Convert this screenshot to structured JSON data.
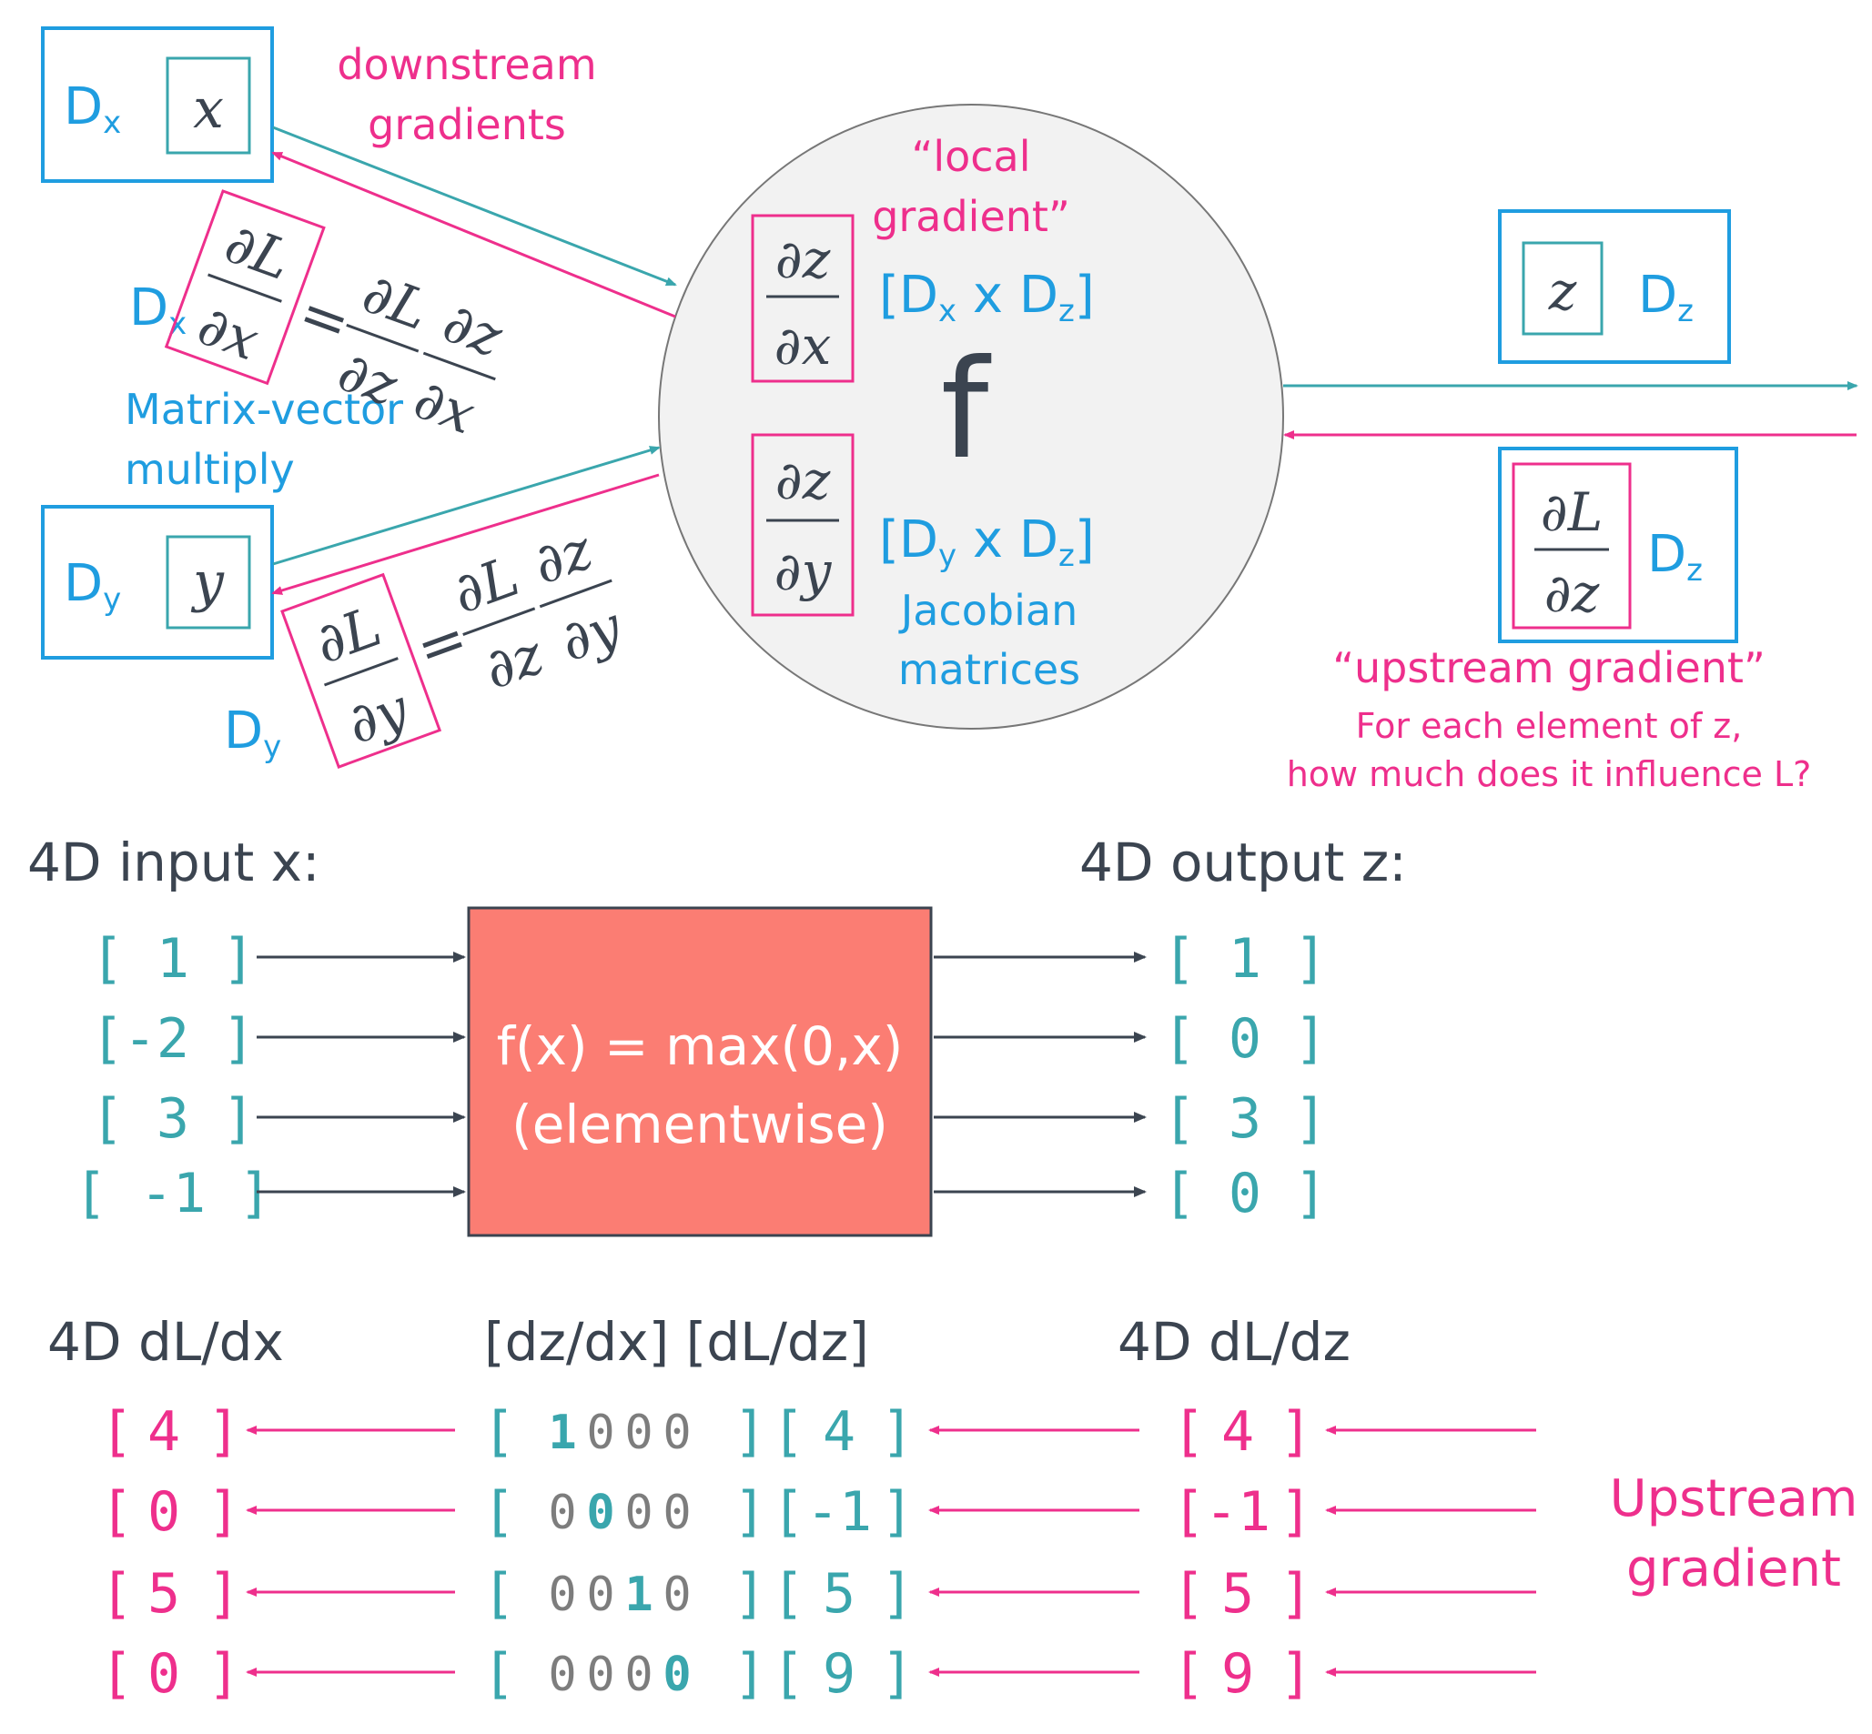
{
  "colors": {
    "blue": "#1f9de0",
    "teal": "#3aa6ad",
    "pink": "#ee2f8c",
    "dark": "#3b4450",
    "gray": "#7d7d7d",
    "box_fill": "#fb7d73",
    "circle_fill": "#f2f2f2"
  },
  "top": {
    "downstream_label": [
      "downstream",
      "gradients"
    ],
    "local_label": [
      "“local",
      "gradient”"
    ],
    "jacobian_label": [
      "Jacobian",
      "matrices"
    ],
    "matvec_label": [
      "Matrix-vector",
      "multiply"
    ],
    "upstream_label": "“upstream gradient”",
    "upstream_question": [
      "For each element of z,",
      "how much does it influence L?"
    ],
    "node_symbol": "f",
    "x_dim": "Dx",
    "y_dim": "Dy",
    "z_dim": "Dz",
    "dzdx_shape": "[Dx x Dz]",
    "dzdy_shape": "[Dy x Dz]",
    "x_var": "x",
    "y_var": "y",
    "z_var": "z"
  },
  "middle": {
    "input_title": "4D input x:",
    "output_title": "4D output z:",
    "inputs": [
      "[ 1 ]",
      "[-2 ]",
      "[ 3 ]",
      "[ -1 ]"
    ],
    "outputs": [
      "[ 1 ]",
      "[ 0 ]",
      "[ 3 ]",
      "[ 0 ]"
    ],
    "function_line1": "f(x) = max(0,x)",
    "function_line2": "(elementwise)"
  },
  "bottom": {
    "dldx_title": "4D dL/dx",
    "product_title": "[dz/dx] [dL/dz]",
    "dldz_title": "4D dL/dz",
    "dldx": [
      "4",
      "0",
      "5",
      "0"
    ],
    "jacobian_rows": [
      [
        "1",
        "0",
        "0",
        "0"
      ],
      [
        "0",
        "0",
        "0",
        "0"
      ],
      [
        "0",
        "0",
        "1",
        "0"
      ],
      [
        "0",
        "0",
        "0",
        "0"
      ]
    ],
    "dldz_vector": [
      "4",
      "-1",
      "5",
      "9"
    ],
    "dldz": [
      "4",
      "-1",
      "5",
      "9"
    ],
    "upstream_word": [
      "Upstream",
      "gradient"
    ]
  }
}
